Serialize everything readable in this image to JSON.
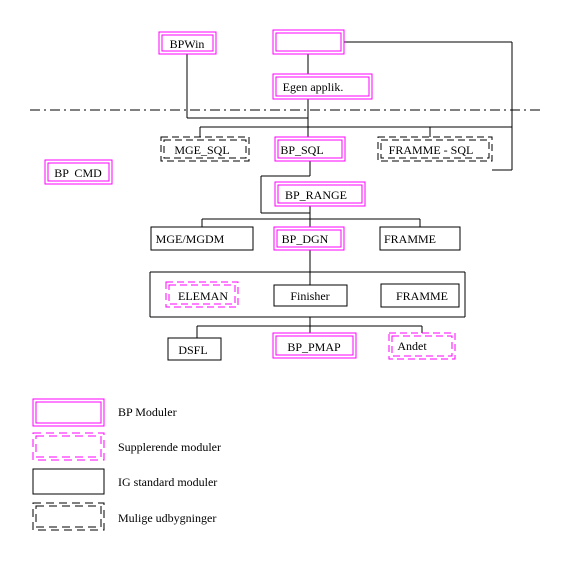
{
  "colors": {
    "bp": "#ff00ff",
    "std": "#000000",
    "background": "#ffffff"
  },
  "modules": {
    "bpwin": "BPWin",
    "top_blank": "",
    "egen_applik": "Egen applik.",
    "mge_sql": "MGE_SQL",
    "bp_sql": "BP_SQL",
    "framme_sql": "FRAMME - SQL",
    "bp_cmd": "BP  CMD",
    "bp_range": "BP_RANGE",
    "mge_mgdm": "MGE/MGDM",
    "bp_dgn": "BP_DGN",
    "framme_1": "FRAMME",
    "eleman": "ELEMAN",
    "finisher": "Finisher",
    "framme_2": "FRAMME",
    "dsfl": "DSFL",
    "bp_pmap": "BP_PMAP",
    "andet": "Andet"
  },
  "legend": {
    "bp": "BP Moduler",
    "supplementary": "Supplerende moduler",
    "ig_standard": "IG standard moduler",
    "possible": "Mulige udbygninger"
  }
}
